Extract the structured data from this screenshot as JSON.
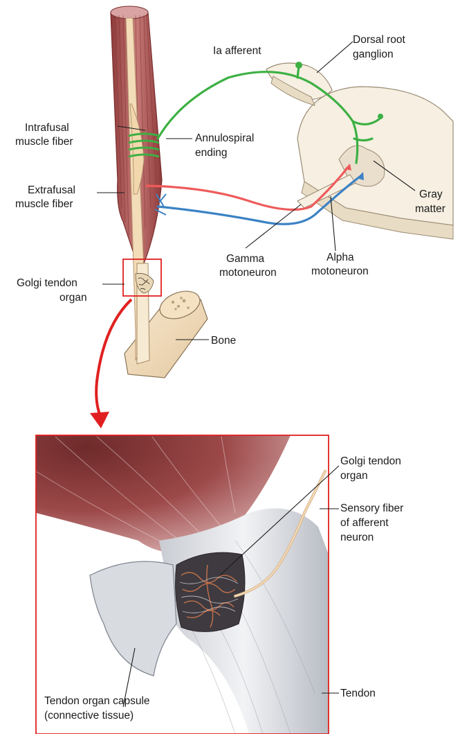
{
  "labels": {
    "ia_afferent": "Ia afferent",
    "dorsal_root_ganglion": [
      "Dorsal root",
      "ganglion"
    ],
    "intrafusal_muscle_fiber": [
      "Intrafusal",
      "muscle fiber"
    ],
    "annulospiral_ending": [
      "Annulospiral",
      "ending"
    ],
    "extrafusal_muscle_fiber": [
      "Extrafusal",
      "muscle fiber"
    ],
    "gray_matter": [
      "Gray",
      "matter"
    ],
    "gamma_motoneuron": [
      "Gamma",
      "motoneuron"
    ],
    "alpha_motoneuron": [
      "Alpha",
      "motoneuron"
    ],
    "golgi_tendon_organ_top": [
      "Golgi tendon",
      "organ"
    ],
    "bone": "Bone",
    "golgi_tendon_organ_detail": [
      "Golgi tendon",
      "organ"
    ],
    "sensory_fiber": [
      "Sensory fiber",
      "of afferent",
      "neuron"
    ],
    "tendon": "Tendon",
    "tendon_organ_capsule": [
      "Tendon organ capsule",
      "(connective tissue)"
    ]
  },
  "colors": {
    "sensory_afferent": "#3cb043",
    "gamma_efferent": "#ef5b5b",
    "alpha_efferent": "#3b82c4",
    "highlight_red": "#e02020",
    "muscle": "#b85a5a",
    "tendon": "#f3dcb8",
    "spinal_cord": "#f6efe2"
  }
}
